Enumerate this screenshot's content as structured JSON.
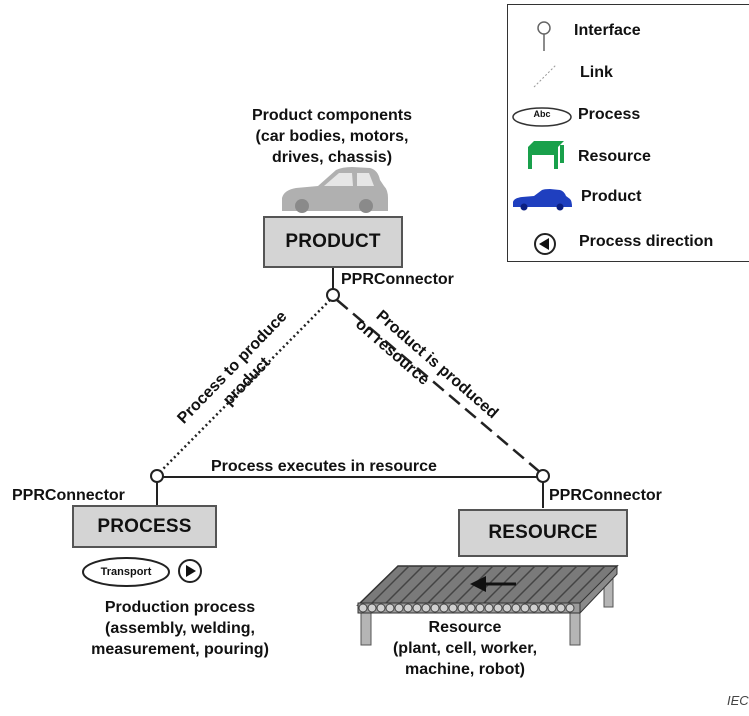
{
  "legend": {
    "items": [
      {
        "icon": "interface-icon",
        "label": "Interface"
      },
      {
        "icon": "link-icon",
        "label": "Link"
      },
      {
        "icon": "process-ellipse-icon",
        "label": "Process",
        "icon_text": "Abc"
      },
      {
        "icon": "resource-icon",
        "label": "Resource",
        "color": "#19a04b"
      },
      {
        "icon": "product-car-icon",
        "label": "Product",
        "color": "#1f3fbf"
      },
      {
        "icon": "process-direction-icon",
        "label": "Process direction"
      }
    ]
  },
  "product": {
    "caption": [
      "Product components",
      "(car bodies, motors,",
      "drives, chassis)"
    ],
    "box_label": "PRODUCT",
    "connector_label": "PPRConnector"
  },
  "process": {
    "box_label": "PROCESS",
    "connector_label": "PPRConnector",
    "transport_label": "Transport",
    "caption": [
      "Production process",
      "(assembly, welding,",
      "measurement, pouring)"
    ]
  },
  "resource": {
    "box_label": "RESOURCE",
    "connector_label": "PPRConnector",
    "caption": [
      "Resource",
      "(plant, cell, worker,",
      "machine, robot)"
    ]
  },
  "links": {
    "process_product": [
      "Process to produce",
      "product"
    ],
    "product_resource": [
      "Product is produced",
      "on resource"
    ],
    "process_resource": "Process executes in resource"
  },
  "watermark": "IEC",
  "colors": {
    "box_fill": "#d4d4d4",
    "resource_green": "#19a04b",
    "product_blue": "#1f3fbf",
    "car_gray": "#b3b3b3"
  }
}
